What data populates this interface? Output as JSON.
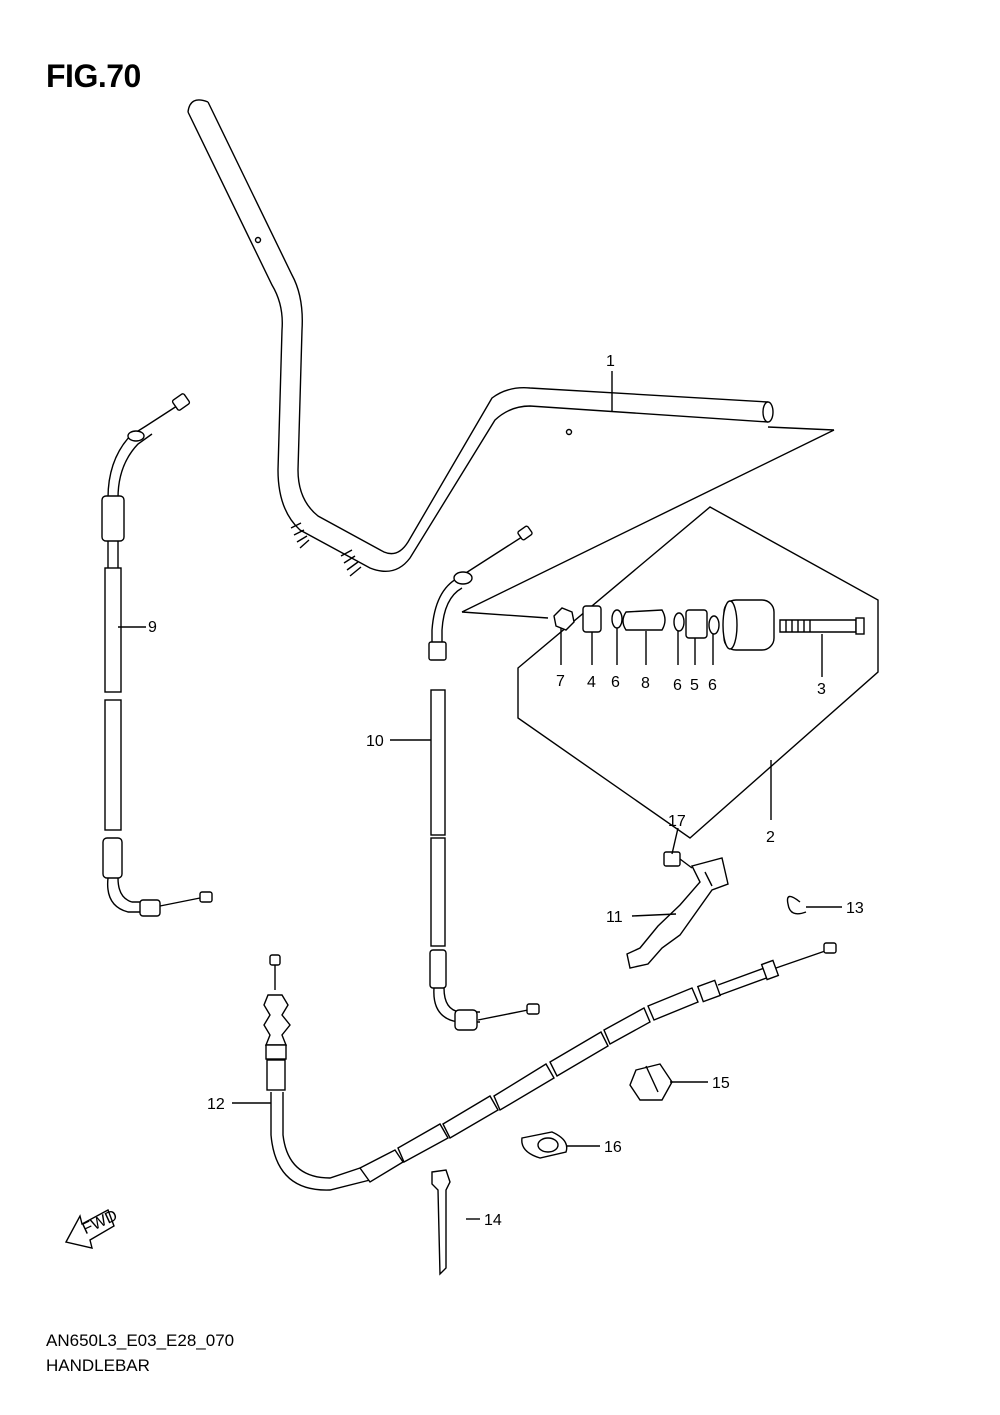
{
  "header": {
    "figure": "FIG.70"
  },
  "footer": {
    "code": "AN650L3_E03_E28_070",
    "name": "HANDLEBAR"
  },
  "fwd_label": "FWD",
  "callouts": {
    "c1": "1",
    "c2": "2",
    "c3": "3",
    "c4": "4",
    "c5": "5",
    "c6a": "6",
    "c6b": "6",
    "c6c": "6",
    "c7": "7",
    "c8": "8",
    "c9": "9",
    "c10": "10",
    "c11": "11",
    "c12": "12",
    "c13": "13",
    "c14": "14",
    "c15": "15",
    "c16": "16",
    "c17": "17"
  }
}
